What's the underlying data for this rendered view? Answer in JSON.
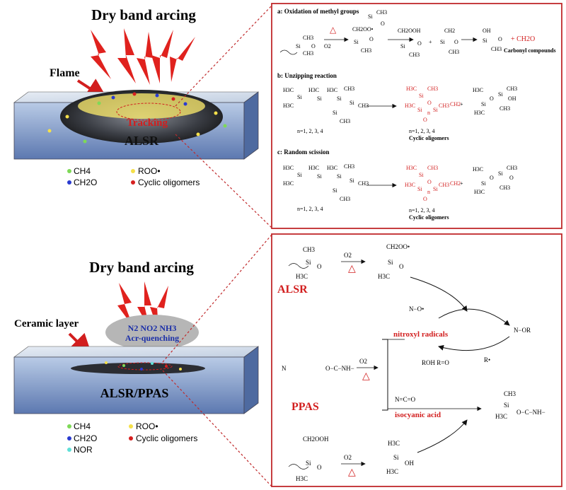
{
  "top_left": {
    "title": "Dry band arcing",
    "flame_label": "Flame",
    "tracking_label": "Tracking",
    "material_label": "ALSR",
    "legend": [
      {
        "label": "CH4",
        "color": "#7ed957"
      },
      {
        "label": "ROO•",
        "color": "#f5e04a"
      },
      {
        "label": "CH2O",
        "color": "#2a3bd0"
      },
      {
        "label": "Cyclic oligomers",
        "color": "#d62020"
      }
    ]
  },
  "bottom_left": {
    "title": "Dry band arcing",
    "gases": "N2 NO2 NH3",
    "quenching": "Acr-quenching",
    "ceramic_label": "Ceramic layer",
    "material_label": "ALSR/PPAS",
    "legend": [
      {
        "label": "CH4",
        "color": "#7ed957"
      },
      {
        "label": "ROO•",
        "color": "#f5e04a"
      },
      {
        "label": "CH2O",
        "color": "#2a3bd0"
      },
      {
        "label": "Cyclic oligomers",
        "color": "#d62020"
      },
      {
        "label": "NOR",
        "color": "#5fe0d8"
      }
    ]
  },
  "top_right": {
    "a_title": "a: Oxidation of methyl groups",
    "b_title": "b: Unzipping reaction",
    "c_title": "c: Random scission",
    "heat": "△",
    "o2": "O2",
    "ch2o": "+ CH2O",
    "carbonyl": "Carbonyl compounds",
    "n_values": "n=1, 2, 3, 4",
    "cyclic": "Cyclic oligomers",
    "si": "Si",
    "o": "O",
    "ch3": "CH3",
    "h3c": "H3C",
    "ch2oo": "CH2OO•",
    "ch2ooh": "CH2OOH",
    "oh": "OH",
    "ch2": "CH2",
    "n": "n"
  },
  "bottom_right": {
    "alsr": "ALSR",
    "ppas": "PPAS",
    "o2": "O2",
    "heat": "△",
    "ch3": "CH3",
    "h3c": "H3C",
    "si": "Si",
    "o": "O",
    "oh": "OH",
    "ch2oo": "CH2OO•",
    "ch2ooh": "CH2OOH",
    "nitroxyl": "nitroxyl radicals",
    "isocyanic": "isocyanic acid",
    "nradical": "N−O•",
    "nor": "N−OR",
    "roh": "ROH R=O",
    "r": "R•",
    "ppas_chain": "O−C−NH−",
    "ncoo": "N=C=O",
    "product_chain": "O−C−NH−",
    "n_atom": "N"
  }
}
